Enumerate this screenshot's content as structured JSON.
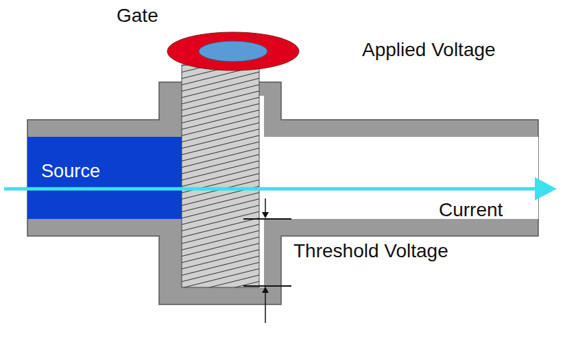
{
  "diagram": {
    "nodes": [
      {
        "text": [
          "Source"
        ]
      }
    ],
    "labels": [
      "Gate",
      "Applied Voltage",
      "Current",
      "Threshold Voltage"
    ]
  }
}
